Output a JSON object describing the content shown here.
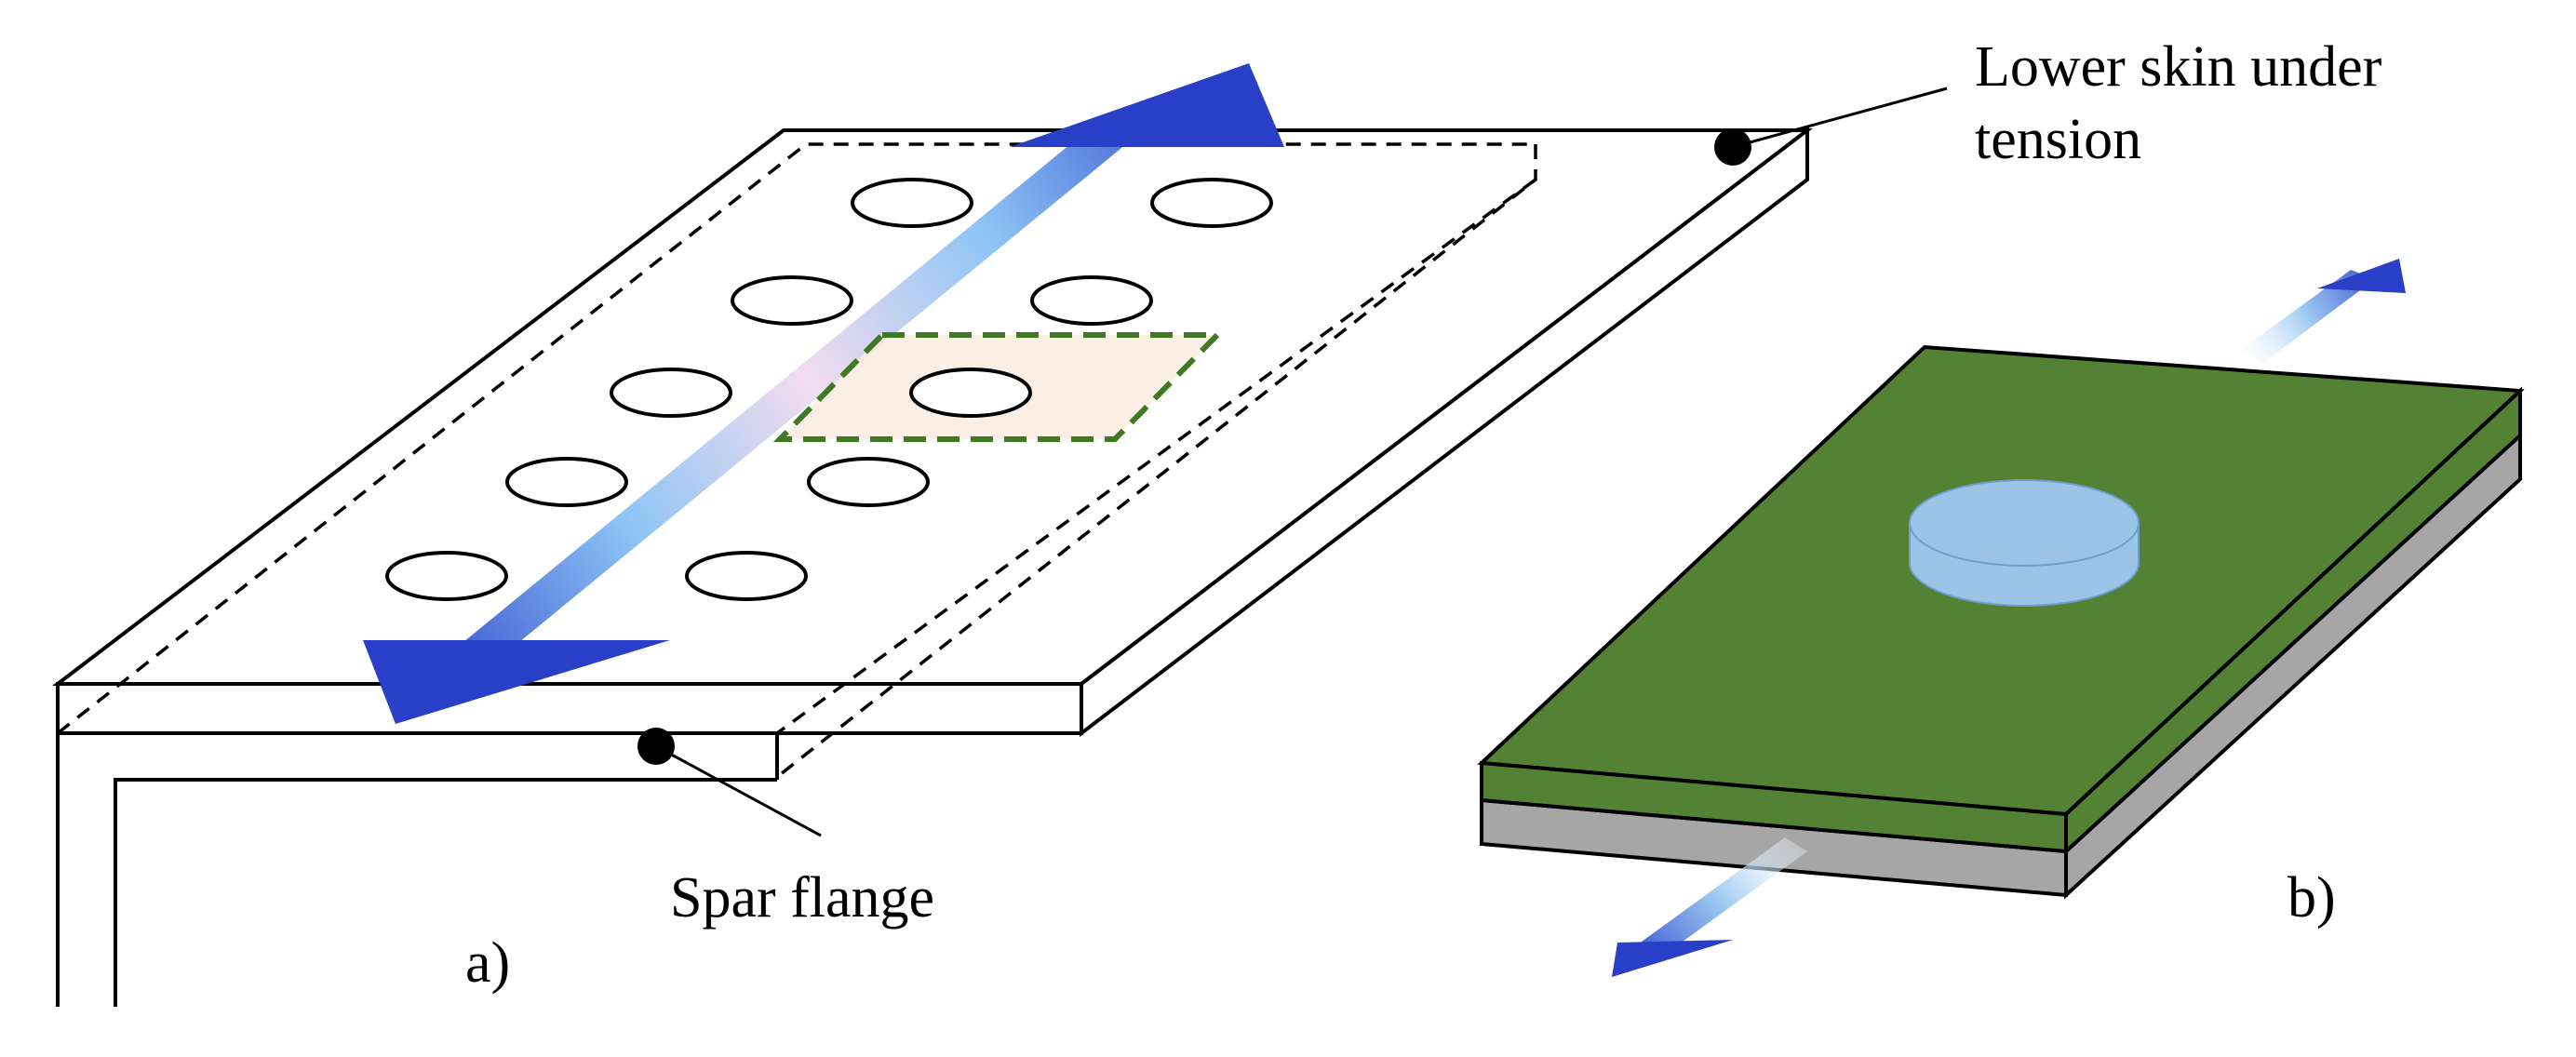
{
  "panel_a": {
    "label": "a)",
    "callout_lower_skin": {
      "line1": "Lower skin under",
      "line2": "tension"
    },
    "callout_spar_flange": "Spar flange",
    "hole_count": 10
  },
  "panel_b": {
    "label": "b)"
  },
  "colors": {
    "outline": "#000000",
    "arrow_dark": "#2a3fc8",
    "arrow_light": "#8ec5f5",
    "arrow_fade": "#f2d6ee",
    "patch_dashed": "#3f7a23",
    "patch_fill": "#f9ebe1",
    "coupon_top": "#548235",
    "coupon_grey": "#a6a6a6",
    "disc_fill": "#9dc3e6"
  }
}
